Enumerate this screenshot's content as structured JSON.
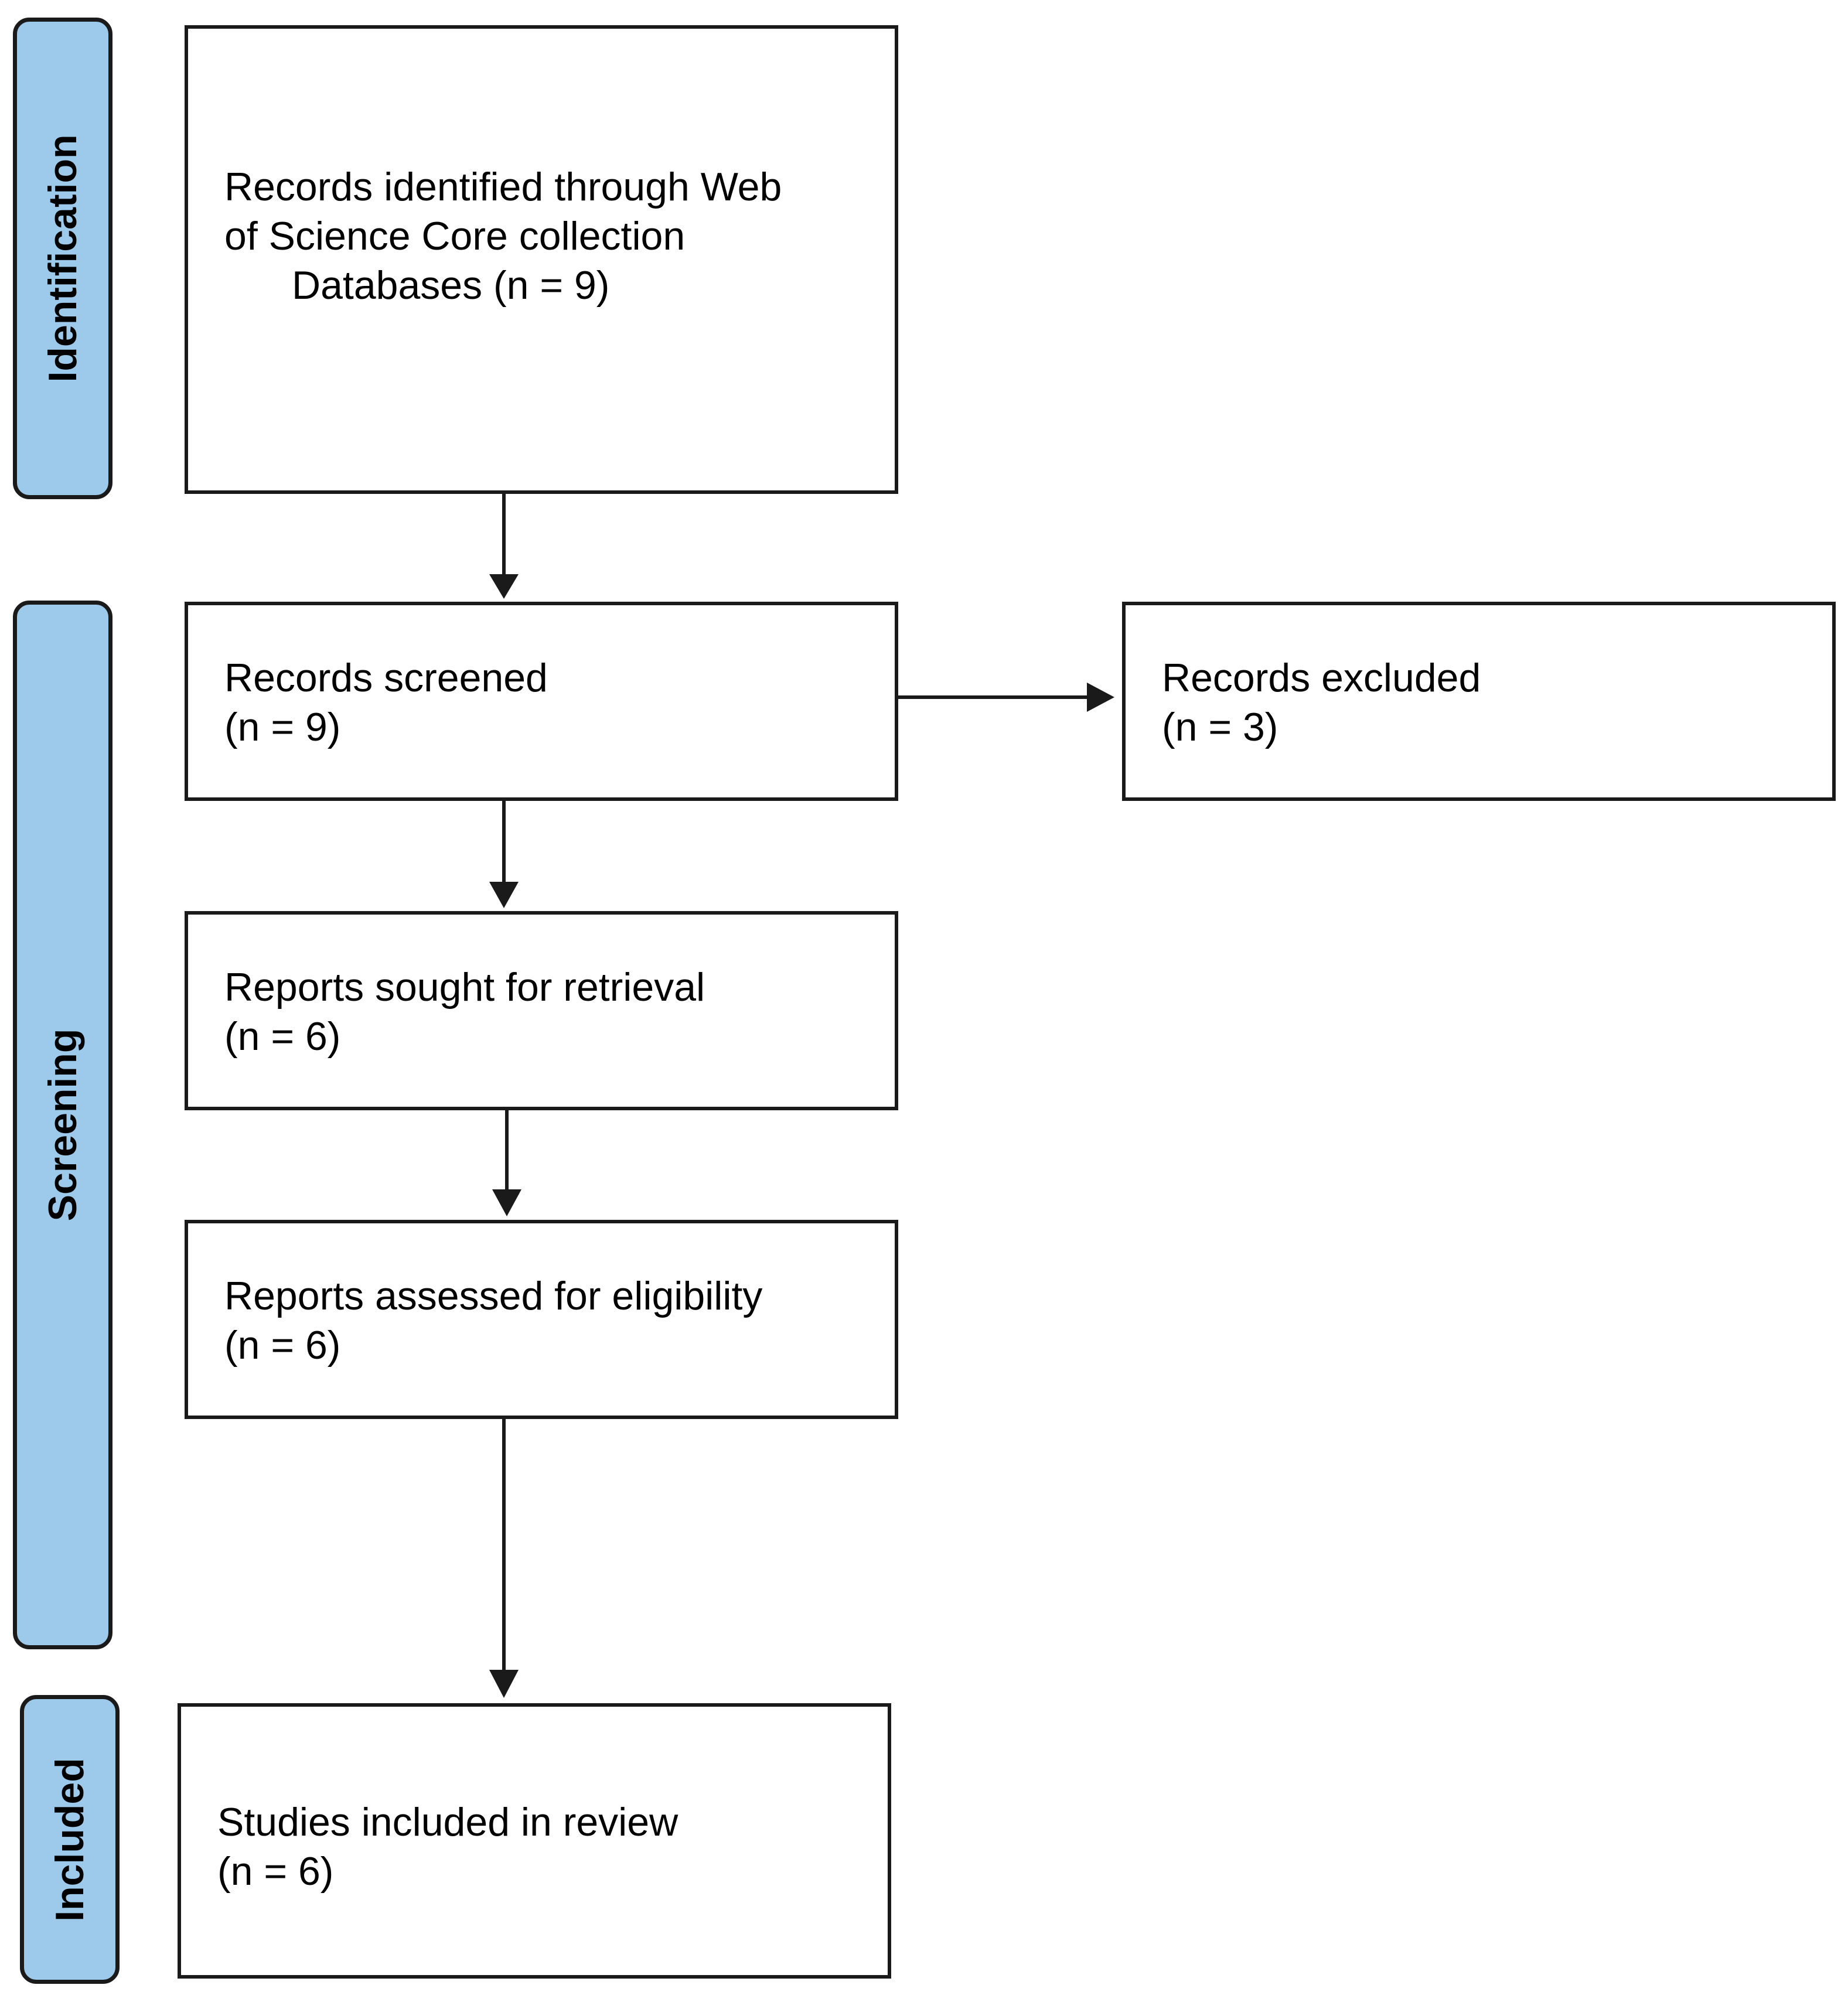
{
  "phases": {
    "identification": "Identification",
    "screening": "Screening",
    "included": "Included"
  },
  "boxes": {
    "identified": {
      "line1": "Records identified through Web",
      "line2": "of Science Core collection",
      "line3": "Databases (n = 9)"
    },
    "screened": {
      "label": "Records screened",
      "count": "(n = 9)"
    },
    "excluded": {
      "label": "Records excluded",
      "count": "(n = 3)"
    },
    "sought": {
      "label": "Reports sought for retrieval",
      "count": "(n = 6)"
    },
    "assessed": {
      "label": "Reports assessed for eligibility",
      "count": "(n = 6)"
    },
    "included_studies": {
      "label": "Studies included in review",
      "count": "(n = 6)"
    }
  },
  "colors": {
    "phase_fill": "#9dc9ea",
    "stroke": "#1a1a1a"
  }
}
